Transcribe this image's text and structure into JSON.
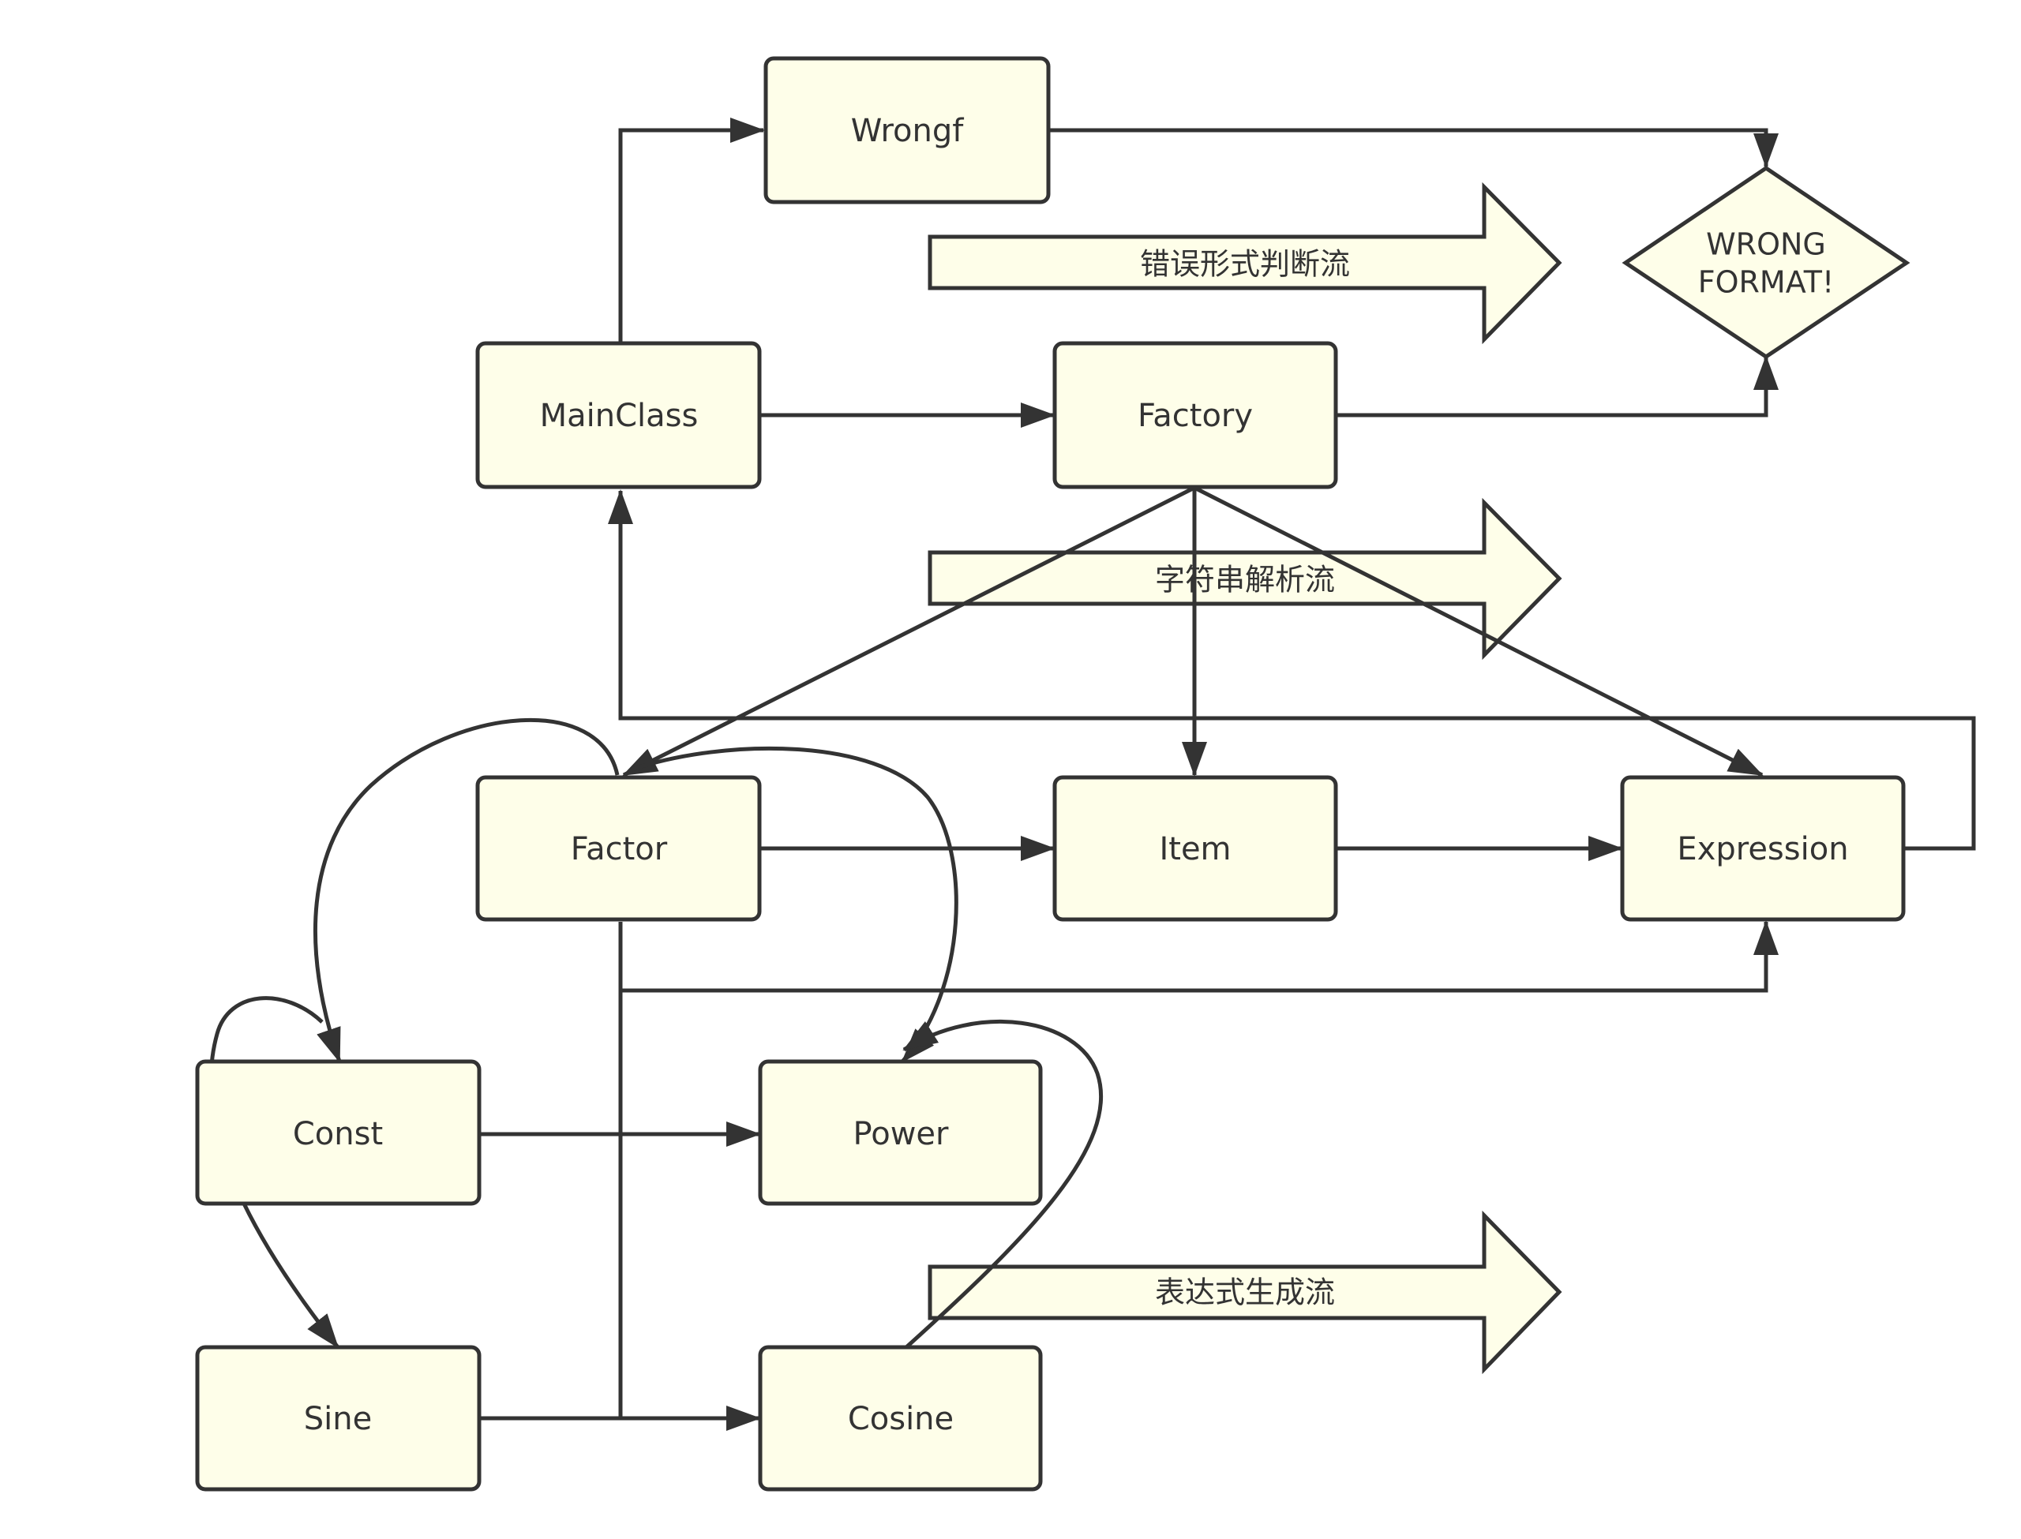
{
  "nodes": {
    "wrongf": "Wrongf",
    "mainclass": "MainClass",
    "factory": "Factory",
    "factor": "Factor",
    "item": "Item",
    "expression": "Expression",
    "const": "Const",
    "power": "Power",
    "sine": "Sine",
    "cosine": "Cosine"
  },
  "decision": {
    "line1": "WRONG",
    "line2": "FORMAT!"
  },
  "flows": {
    "wrong_format": "错误形式判断流",
    "string_parse": "字符串解析流",
    "expr_generate": "表达式生成流"
  },
  "colors": {
    "node_fill": "#fefee9",
    "stroke": "#333333"
  }
}
